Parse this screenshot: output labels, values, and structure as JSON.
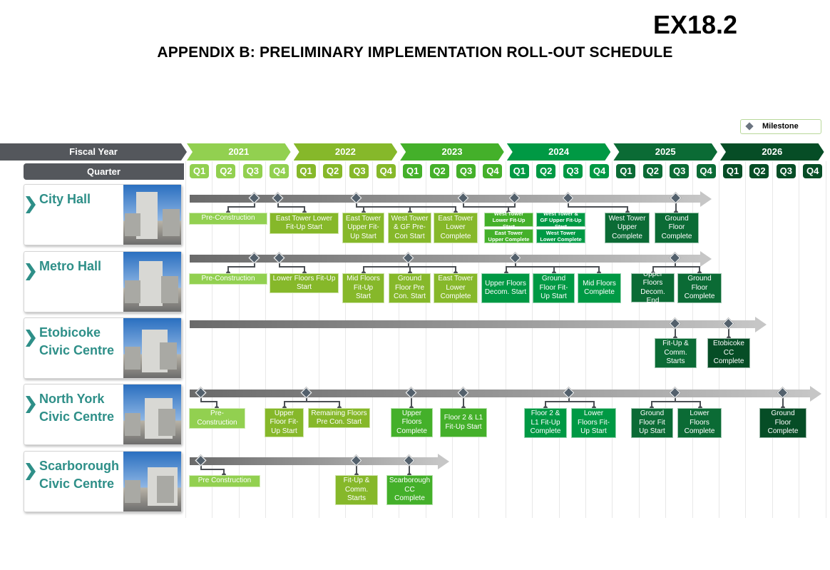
{
  "header": {
    "doc_id": "EX18.2",
    "title": "APPENDIX B:  PRELIMINARY IMPLEMENTATION ROLL-OUT SCHEDULE",
    "legend_label": "Milestone",
    "fiscal_year_label": "Fiscal Year",
    "quarter_label": "Quarter"
  },
  "years": [
    {
      "label": "2021",
      "color": "#92d050"
    },
    {
      "label": "2022",
      "color": "#86b82a"
    },
    {
      "label": "2023",
      "color": "#44b02a"
    },
    {
      "label": "2024",
      "color": "#009944"
    },
    {
      "label": "2025",
      "color": "#0b6b35"
    },
    {
      "label": "2026",
      "color": "#064d26"
    }
  ],
  "quarters": [
    "Q1",
    "Q2",
    "Q3",
    "Q4"
  ],
  "rows": [
    {
      "name": "City Hall",
      "boxes": [
        {
          "label": "Pre-Construction",
          "color": "#92d050"
        },
        {
          "label": "East Tower Lower Fit-Up Start",
          "color": "#86b82a"
        },
        {
          "label": "East Tower Upper Fit-Up Start",
          "color": "#86b82a"
        },
        {
          "label": "West Tower & GF Pre-Con Start",
          "color": "#86b82a"
        },
        {
          "label": "East Tower Lower Complete",
          "color": "#86b82a"
        },
        {
          "label": "West Tower Lower Fit-Up Start",
          "color": "#44b02a"
        },
        {
          "label": "East Tower Upper Complete",
          "color": "#44b02a"
        },
        {
          "label": "West Tower & GF Upper Fit-Up Start",
          "color": "#009944"
        },
        {
          "label": "West Tower Lower Complete",
          "color": "#009944"
        },
        {
          "label": "West Tower Upper Complete",
          "color": "#0b6b35"
        },
        {
          "label": "Ground Floor Complete",
          "color": "#0b6b35"
        }
      ]
    },
    {
      "name": "Metro Hall",
      "boxes": [
        {
          "label": "Pre-Construction",
          "color": "#92d050"
        },
        {
          "label": "Lower Floors Fit-Up Start",
          "color": "#86b82a"
        },
        {
          "label": "Mid Floors Fit-Up Start",
          "color": "#86b82a"
        },
        {
          "label": "Ground Floor Pre Con. Start",
          "color": "#86b82a"
        },
        {
          "label": "East Tower Lower Complete",
          "color": "#86b82a"
        },
        {
          "label": "Upper Floors Decom. Start",
          "color": "#009944"
        },
        {
          "label": "Ground Floor Fit-Up Start",
          "color": "#009944"
        },
        {
          "label": "Mid Floors Complete",
          "color": "#009944"
        },
        {
          "label": "Upper Floors Decom. End",
          "color": "#0b6b35"
        },
        {
          "label": "Ground Floor Complete",
          "color": "#0b6b35"
        }
      ]
    },
    {
      "name": "Etobicoke\nCivic Centre",
      "boxes": [
        {
          "label": "Fit-Up & Comm. Starts",
          "color": "#0b6b35"
        },
        {
          "label": "Etobicoke CC Complete",
          "color": "#064d26"
        }
      ]
    },
    {
      "name": "North York\nCivic Centre",
      "boxes": [
        {
          "label": "Pre-Construction",
          "color": "#92d050"
        },
        {
          "label": "Upper Floor Fit-Up Start",
          "color": "#86b82a"
        },
        {
          "label": "Remaining Floors Pre Con. Start",
          "color": "#86b82a"
        },
        {
          "label": "Upper Floors Complete",
          "color": "#44b02a"
        },
        {
          "label": "Floor 2 & L1 Fit-Up Start",
          "color": "#44b02a"
        },
        {
          "label": "Floor 2 & L1 Fit-Up Complete",
          "color": "#009944"
        },
        {
          "label": "Lower Floors Fit-Up Start",
          "color": "#009944"
        },
        {
          "label": "Ground Floor Fit Up Start",
          "color": "#0b6b35"
        },
        {
          "label": "Lower Floors Complete",
          "color": "#0b6b35"
        },
        {
          "label": "Ground Floor Complete",
          "color": "#064d26"
        }
      ]
    },
    {
      "name": "Scarborough\nCivic Centre",
      "boxes": [
        {
          "label": "Pre Construction",
          "color": "#92d050"
        },
        {
          "label": "Fit-Up & Comm. Starts",
          "color": "#86b82a"
        },
        {
          "label": "Scarborough CC Complete",
          "color": "#44b02a"
        }
      ]
    }
  ]
}
